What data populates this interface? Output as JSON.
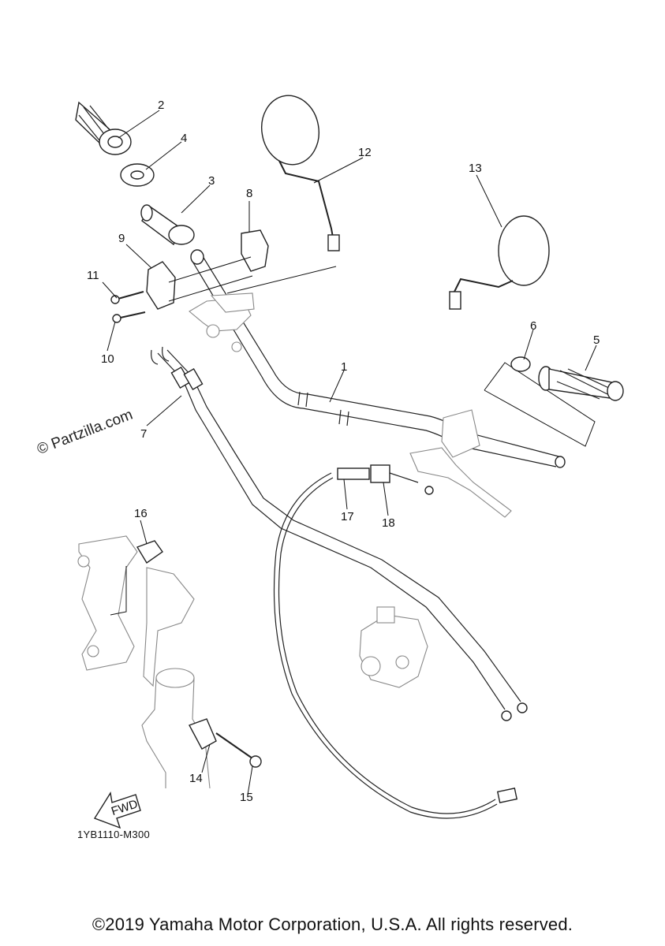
{
  "parts": [
    {
      "n": "1"
    },
    {
      "n": "2"
    },
    {
      "n": "3"
    },
    {
      "n": "4"
    },
    {
      "n": "5"
    },
    {
      "n": "6"
    },
    {
      "n": "7"
    },
    {
      "n": "8"
    },
    {
      "n": "9"
    },
    {
      "n": "10"
    },
    {
      "n": "11"
    },
    {
      "n": "12"
    },
    {
      "n": "13"
    },
    {
      "n": "14"
    },
    {
      "n": "15"
    },
    {
      "n": "16"
    },
    {
      "n": "17"
    },
    {
      "n": "18"
    }
  ],
  "diagram_code": "1YB1110-M300",
  "fwd_label": "FWD",
  "watermark": "© Partzilla.com",
  "copyright": "©2019 Yamaha Motor Corporation, U.S.A. All rights reserved."
}
